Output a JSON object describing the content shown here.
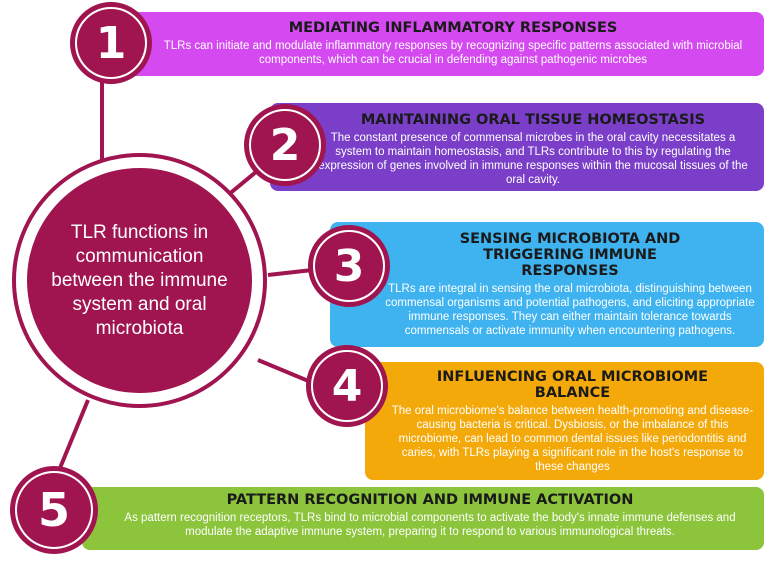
{
  "colors": {
    "accent": "#a0154f",
    "panel_1": "#d44af0",
    "panel_2": "#7a3ec8",
    "panel_3": "#3fb3f0",
    "panel_4": "#f4a90b",
    "panel_5": "#8cc43c"
  },
  "center": {
    "text": "TLR functions in communication between the immune system and oral microbiota"
  },
  "functions": [
    {
      "number": "1",
      "title": "MEDIATING INFLAMMATORY RESPONSES",
      "text": "TLRs can initiate and modulate inflammatory responses by recognizing specific patterns associated with microbial components, which can be crucial in defending against pathogenic microbes"
    },
    {
      "number": "2",
      "title": "MAINTAINING ORAL TISSUE HOMEOSTASIS",
      "text": "The constant presence of commensal microbes in the oral cavity necessitates a system to maintain homeostasis, and TLRs contribute to this by regulating the expression of genes involved in immune responses within the mucosal tissues of the oral cavity."
    },
    {
      "number": "3",
      "title": "SENSING MICROBIOTA AND TRIGGERING IMMUNE RESPONSES",
      "text": "TLRs are integral in sensing the oral microbiota, distinguishing between commensal organisms and potential pathogens, and eliciting appropriate immune responses. They can either maintain tolerance towards commensals or activate immunity when encountering pathogens."
    },
    {
      "number": "4",
      "title": "INFLUENCING ORAL MICROBIOME BALANCE",
      "text": "The oral microbiome's balance between health-promoting and disease-causing bacteria is critical. Dysbiosis, or the imbalance of this microbiome, can lead to common dental issues like periodontitis and caries, with TLRs playing a significant role in the host's response to these changes"
    },
    {
      "number": "5",
      "title": "PATTERN RECOGNITION AND IMMUNE ACTIVATION",
      "text": "As pattern recognition receptors, TLRs bind to microbial components to activate the body's innate immune defenses and modulate the adaptive immune system, preparing it to respond to various immunological threats."
    }
  ]
}
